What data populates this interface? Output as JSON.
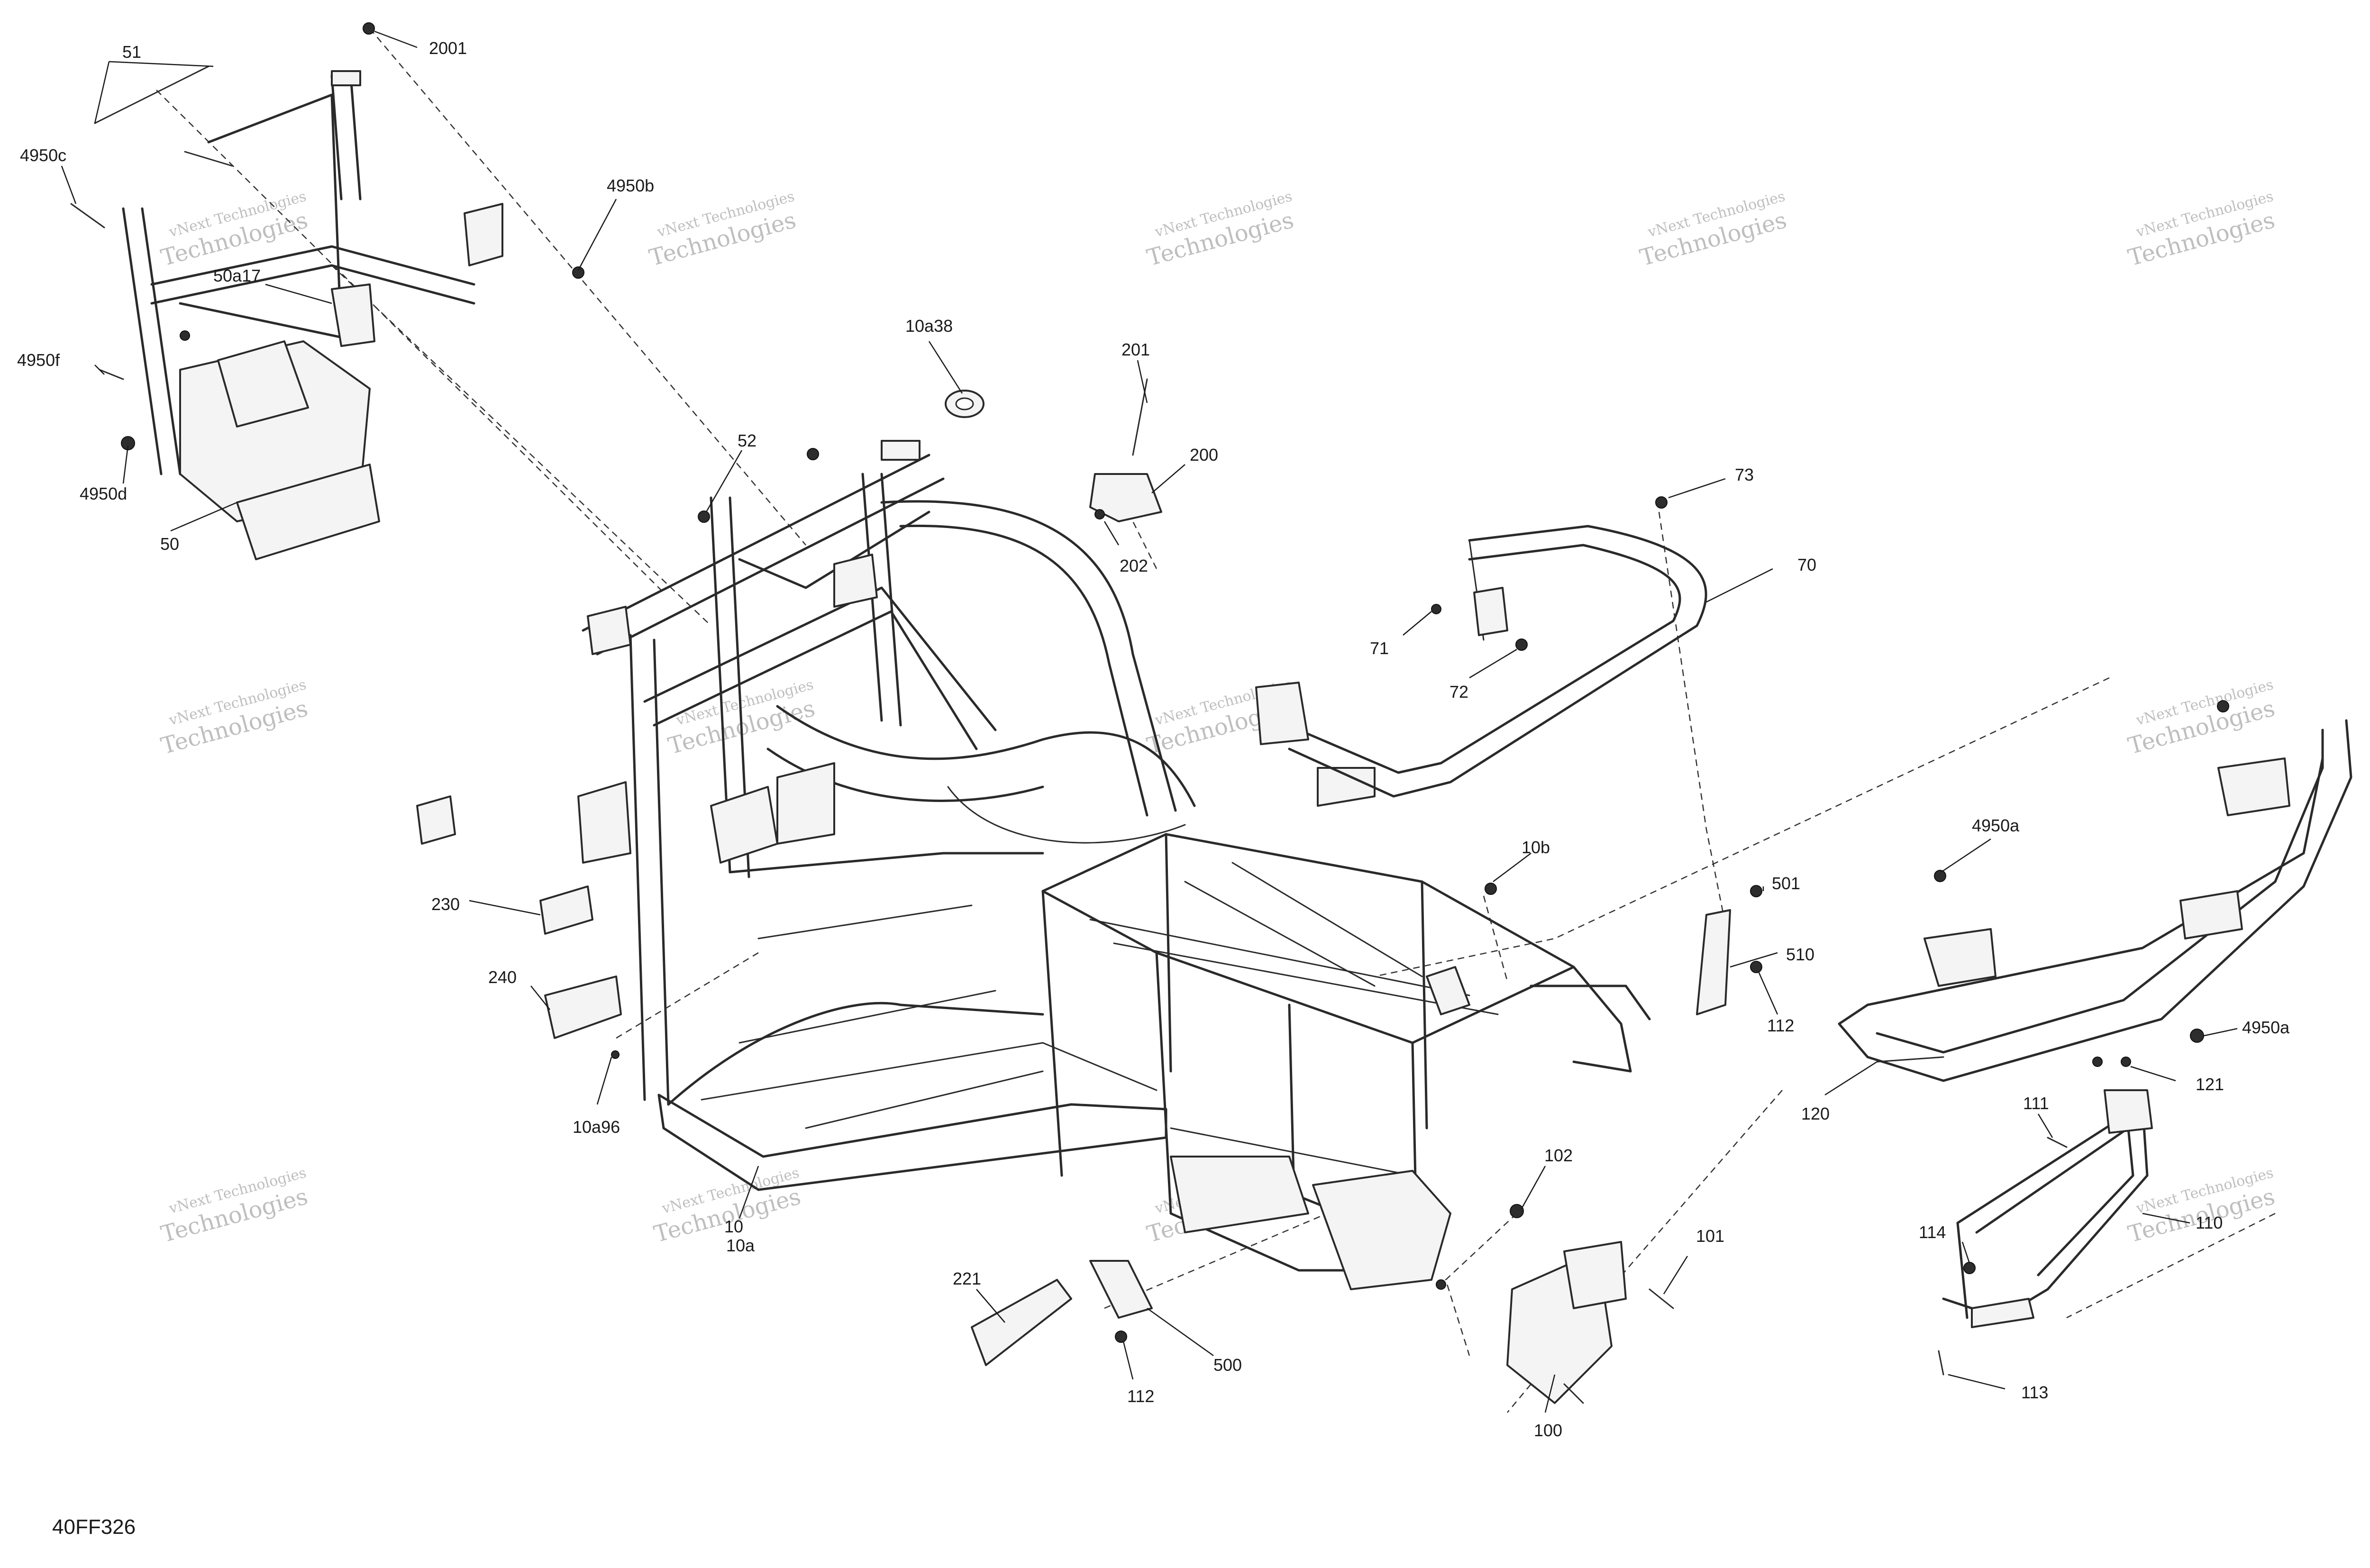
{
  "diagram_code": "40FF326",
  "watermark": {
    "line1": "vNext Technologies",
    "line2": "Technologies"
  },
  "callouts": [
    {
      "id": "c-2001",
      "label": "2001"
    },
    {
      "id": "c-51",
      "label": "51"
    },
    {
      "id": "c-4950c",
      "label": "4950c"
    },
    {
      "id": "c-4950b",
      "label": "4950b"
    },
    {
      "id": "c-50a17",
      "label": "50a17"
    },
    {
      "id": "c-4950f",
      "label": "4950f"
    },
    {
      "id": "c-4950d",
      "label": "4950d"
    },
    {
      "id": "c-50",
      "label": "50"
    },
    {
      "id": "c-10a38",
      "label": "10a38"
    },
    {
      "id": "c-201",
      "label": "201"
    },
    {
      "id": "c-200",
      "label": "200"
    },
    {
      "id": "c-202",
      "label": "202"
    },
    {
      "id": "c-52",
      "label": "52"
    },
    {
      "id": "c-73",
      "label": "73"
    },
    {
      "id": "c-70",
      "label": "70"
    },
    {
      "id": "c-71",
      "label": "71"
    },
    {
      "id": "c-72",
      "label": "72"
    },
    {
      "id": "c-230",
      "label": "230"
    },
    {
      "id": "c-240",
      "label": "240"
    },
    {
      "id": "c-10a96",
      "label": "10a96"
    },
    {
      "id": "c-10b",
      "label": "10b"
    },
    {
      "id": "c-501",
      "label": "501"
    },
    {
      "id": "c-510",
      "label": "510"
    },
    {
      "id": "c-112a",
      "label": "112"
    },
    {
      "id": "c-4950a-top",
      "label": "4950a"
    },
    {
      "id": "c-4950a-right",
      "label": "4950a"
    },
    {
      "id": "c-121",
      "label": "121"
    },
    {
      "id": "c-120",
      "label": "120"
    },
    {
      "id": "c-111",
      "label": "111"
    },
    {
      "id": "c-110",
      "label": "110"
    },
    {
      "id": "c-102",
      "label": "102"
    },
    {
      "id": "c-101",
      "label": "101"
    },
    {
      "id": "c-114",
      "label": "114"
    },
    {
      "id": "c-113",
      "label": "113"
    },
    {
      "id": "c-100",
      "label": "100"
    },
    {
      "id": "c-221",
      "label": "221"
    },
    {
      "id": "c-500",
      "label": "500"
    },
    {
      "id": "c-112b",
      "label": "112"
    },
    {
      "id": "c-10",
      "label": "10"
    },
    {
      "id": "c-10a",
      "label": "10a"
    }
  ]
}
